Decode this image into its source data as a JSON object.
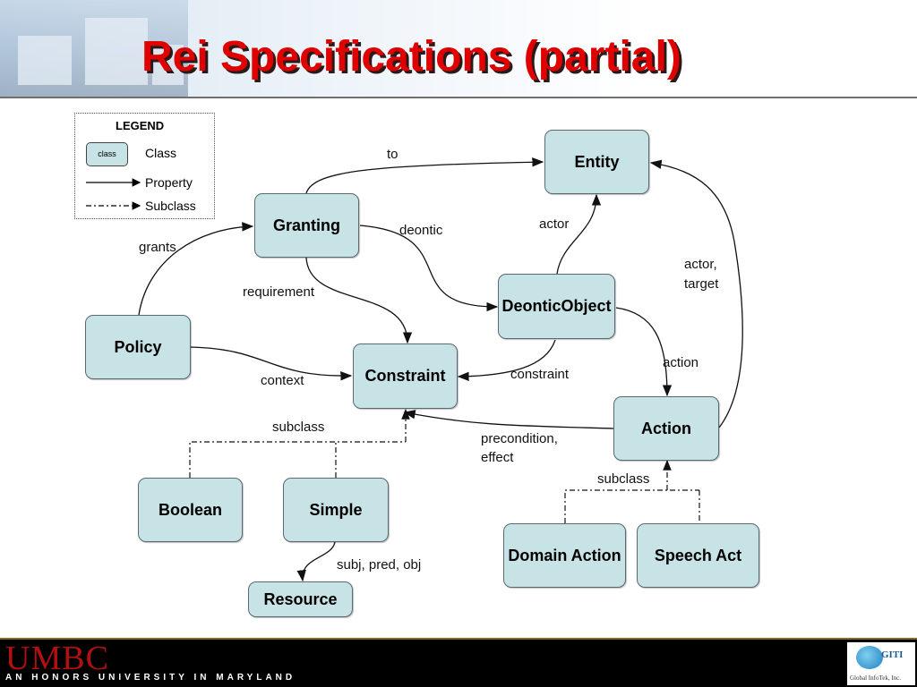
{
  "title": "Rei Specifications (partial)",
  "legend": {
    "title": "LEGEND",
    "box_text": "class",
    "class_label": "Class",
    "property_label": "Property",
    "subclass_label": "Subclass"
  },
  "nodes": {
    "entity": "Entity",
    "granting": "Granting",
    "deontic_object": "DeonticObject",
    "policy": "Policy",
    "constraint": "Constraint",
    "action": "Action",
    "boolean": "Boolean",
    "simple": "Simple",
    "resource": "Resource",
    "domain_action": "Domain Action",
    "speech_act": "Speech Act"
  },
  "edges": {
    "to": "to",
    "deontic": "deontic",
    "actor": "actor",
    "actor_target_1": "actor,",
    "actor_target_2": "target",
    "grants": "grants",
    "requirement": "requirement",
    "context": "context",
    "constraint": "constraint",
    "action": "action",
    "precondition_1": "precondition,",
    "precondition_2": "effect",
    "subclass_constraint": "subclass",
    "subclass_action": "subclass",
    "subj_pred_obj": "subj, pred, obj"
  },
  "footer": {
    "umbc": "UMBC",
    "honors": "AN HONORS UNIVERSITY IN MARYLAND",
    "giti": "GITI",
    "giti_sub": "Global InfoTek, Inc."
  },
  "colors": {
    "node_fill": "#c7e3e6",
    "title": "#e00000"
  }
}
